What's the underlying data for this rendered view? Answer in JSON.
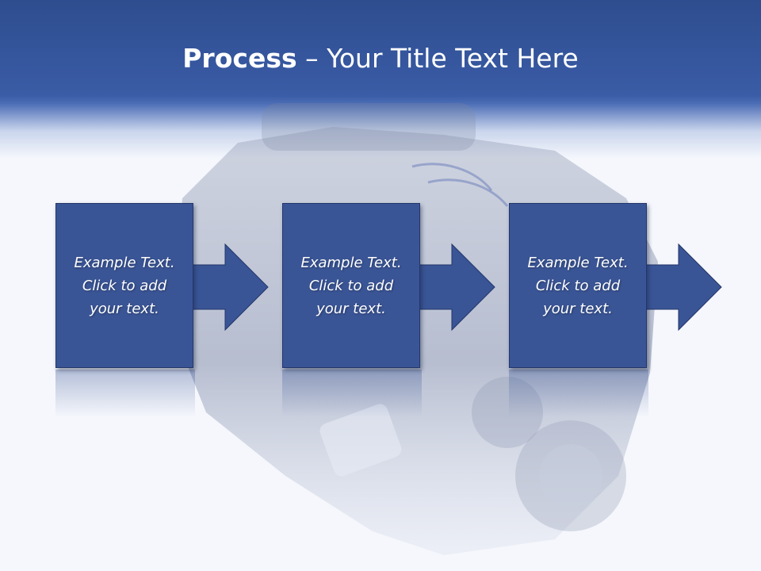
{
  "slide": {
    "title_bold": "Process",
    "title_rest": " – Your Title Text Here"
  },
  "steps": [
    {
      "line1": "Example Text.",
      "line2": "Click  to add",
      "line3": "your text."
    },
    {
      "line1": "Example Text.",
      "line2": "Click  to add",
      "line3": "your text."
    },
    {
      "line1": "Example Text.",
      "line2": "Click  to add",
      "line3": "your text."
    }
  ],
  "colors": {
    "header": "#3a5ca6",
    "box": "#3a5596",
    "arrow": "#3a5596"
  }
}
